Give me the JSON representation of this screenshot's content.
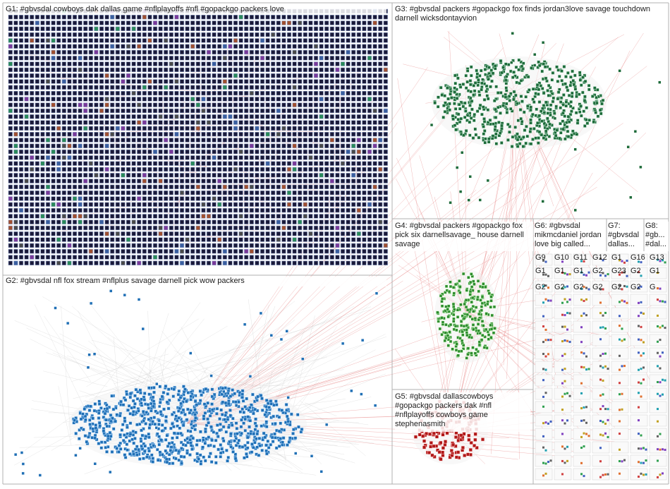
{
  "graph": {
    "groups": [
      {
        "id": "G1",
        "label": "G1: #gbvsdal cowboys dak dallas game #nflplayoffs #nfl #gopackgo packers love"
      },
      {
        "id": "G2",
        "label": "G2: #gbvsdal nfl fox stream #nflplus savage darnell pick wow packers"
      },
      {
        "id": "G3",
        "label": "G3: #gbvsdal packers #gopackgo fox finds jordan3love savage touchdown darnell wicksdontayvion"
      },
      {
        "id": "G4",
        "label": "G4: #gbvsdal packers #gopackgo fox pick six darnellsavage_ house darnell savage"
      },
      {
        "id": "G5",
        "label": "G5: #gbvsdal dallascowboys #gopackgo packers dak #nfl #nflplayoffs cowboys game stephenasmith"
      },
      {
        "id": "G6",
        "label": "G6: #gbvsdal mikmcdaniel jordan love big called..."
      },
      {
        "id": "G7",
        "label": "G7: #gbvsdal dallas..."
      },
      {
        "id": "G8",
        "label": "G8: #gb... #dal..."
      }
    ],
    "small_group_labels": [
      "G9",
      "G10",
      "G11",
      "G12",
      "G1",
      "G16",
      "G13",
      "G1",
      "G1",
      "G1",
      "G2",
      "G23",
      "G2",
      "G1",
      "G2",
      "G2",
      "G2",
      "G2",
      "G2",
      "G2",
      "G"
    ],
    "colors": {
      "g1_node": "#1a1a3a",
      "g2_node": "#1f6fb5",
      "g3_node": "#1e6b3a",
      "g4_node": "#2e8b2e",
      "g5_node": "#b01818",
      "edge_red": "#e06060",
      "edge_gray": "#c8c8c8",
      "divider": "#b0b0b0"
    }
  }
}
